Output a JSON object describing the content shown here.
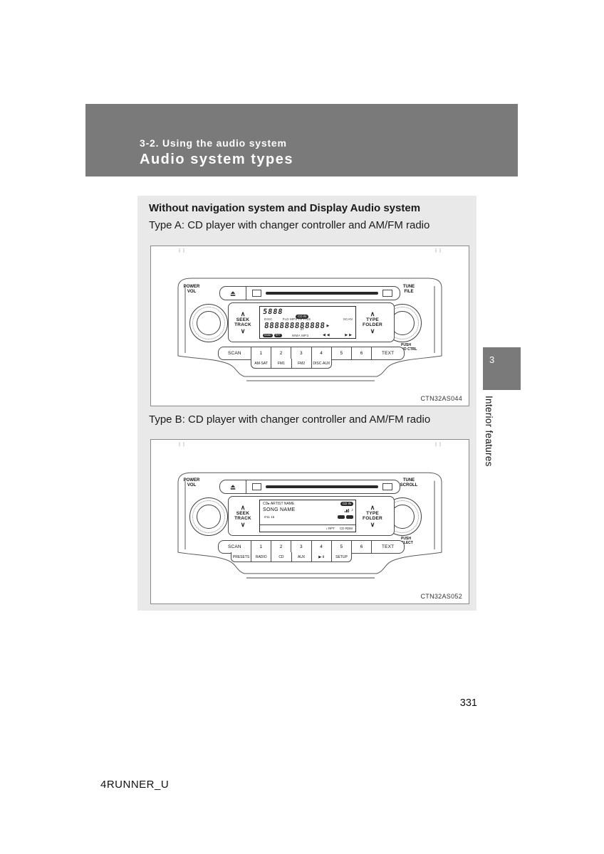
{
  "header": {
    "breadcrumb": "3-2. Using the audio system",
    "title": "Audio system types"
  },
  "section": {
    "heading": "Without navigation system and Display Audio system",
    "type_a_caption": "Type A: CD player with changer controller and AM/FM radio",
    "type_b_caption": "Type B: CD player with changer controller and AM/FM radio"
  },
  "sidebar_tab": {
    "chapter_number": "3",
    "chapter_title": "Interior features"
  },
  "page_number": "331",
  "footer": "4RUNNER_U",
  "colors": {
    "header_bg": "#7a7a7a",
    "section_bg": "#e9e9e9",
    "tab_bg": "#7a7a7a"
  },
  "radio_a": {
    "figure_id": "CTN32AS044",
    "power_knob_label": "POWER\nVOL",
    "tune_knob_label": "TUNE\nFILE",
    "tune_knob_sub_label": "PUSH\nAUDIO CTRL",
    "seek_rocker": {
      "up": "∧",
      "label": "SEEK\nTRACK",
      "down": "∨"
    },
    "type_rocker": {
      "up": "∧",
      "label": "TYPE\nFOLDER",
      "down": "∨"
    },
    "buttons": [
      "SCAN",
      "1",
      "2",
      "3",
      "4",
      "5",
      "6",
      "TEXT"
    ],
    "sub_buttons": [
      "AM·SAT",
      "FM1",
      "FM2",
      "DISC·AUX"
    ],
    "display": {
      "frequency": "5888",
      "cd_in_badge": "CD IN",
      "stereo_indicator": "ST",
      "disc_indicator": "DISC",
      "file_indicators": "FLD  MP3  TR  FILE",
      "scan_indicator": "SCAN",
      "segments": "888888888888",
      "cursor": "▶",
      "rand_badge": "RAND",
      "rpt_badge": "RPT",
      "format_indicator": "WMA MP3",
      "rewind_icon": "◀◀",
      "fast_forward_icon": "▶▶"
    }
  },
  "radio_b": {
    "figure_id": "CTN32AS052",
    "power_knob_label": "POWER\nVOL",
    "tune_knob_label": "TUNE\nSCROLL",
    "tune_knob_sub_label": "PUSH\nSELECT",
    "seek_rocker": {
      "up": "∧",
      "label": "SEEK\nTRACK",
      "down": "∨"
    },
    "type_rocker": {
      "up": "∧",
      "label": "TYPE\nFOLDER",
      "down": "∨"
    },
    "buttons": [
      "SCAN",
      "1",
      "2",
      "3",
      "4",
      "5",
      "6",
      "TEXT"
    ],
    "sub_buttons": [
      "PRESETS",
      "RADIO",
      "CD",
      "AUX",
      "▶·Ⅱ",
      "SETUP"
    ],
    "display": {
      "source_line": "CD▸  ARTIST NAME",
      "cd_in_badge": "CD IN",
      "song_line": "SONG NAME",
      "time_line": "0'11 15",
      "note_icon": "♪",
      "repeat_indicator": "♪ RPT",
      "random_indicator": "CD RDM"
    }
  }
}
